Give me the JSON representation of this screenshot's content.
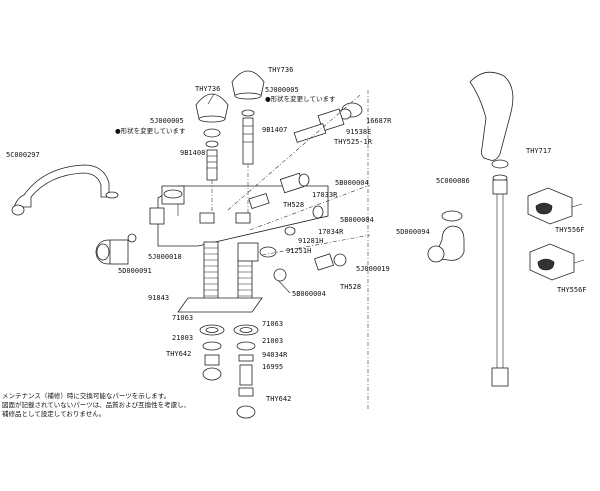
{
  "labels": {
    "thy736_left": "THY736",
    "thy736_right": "THY736",
    "sj5_left": "5J000005",
    "sj5_right": "5J000005",
    "note_left": "●形状を変更しています",
    "note_right": "●形状を変更しています",
    "p9b1407": "9B1407",
    "p9b1408": "9B1408",
    "p16687r": "16687R",
    "p91538e": "91538E",
    "thy525": "THY525-1R",
    "sc000297": "5C000297",
    "sb000004_a": "5B000004",
    "p17033r": "17033R",
    "th528_a": "TH528",
    "sb000004_b": "5B000004",
    "p17034r": "17034R",
    "p91281h": "91281H",
    "p91251h": "91251H",
    "sj000019": "5J000019",
    "th528_b": "TH528",
    "sj000018": "5J000018",
    "sd000091": "5D000091",
    "sb000004_c": "5B000004",
    "p91843": "91843",
    "p71063_l": "71063",
    "p71063_r": "71063",
    "p21003_l": "21003",
    "p21003_r": "21003",
    "thy642_l": "THY642",
    "p94034r": "94034R",
    "p16995": "16995",
    "thy642_r": "THY642",
    "thy717": "THY717",
    "sc000086": "5C000086",
    "sd000094": "5D000094",
    "thy556f_a": "THY556F",
    "thy556f_b": "THY556F"
  },
  "footnote": [
    "メンテナンス（補修）時に交換可能なパーツを示します。",
    "図面が記載されていないパーツは、品質および互換性を考慮し、",
    "補修品として設定しておりません。"
  ]
}
